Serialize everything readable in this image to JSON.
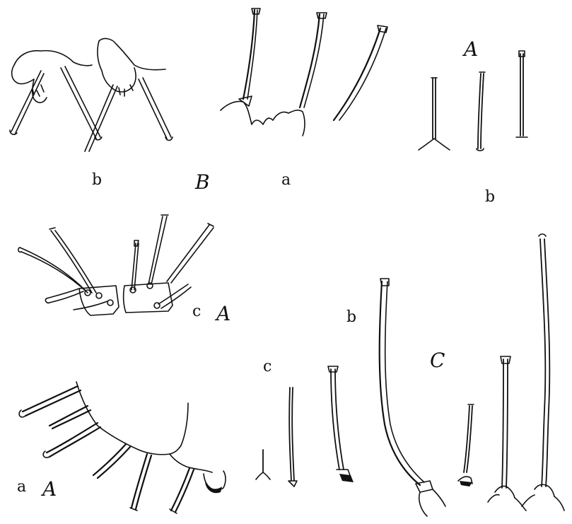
{
  "plate": {
    "labels": {
      "top_left_b": "b",
      "top_B": "B",
      "top_a": "a",
      "top_right_A": "A",
      "top_right_b": "b",
      "mid_c": "c",
      "mid_A": "A",
      "mid_b": "b",
      "bot_c": "c",
      "bot_C": "C",
      "bot_a": "a",
      "bot_A": "A"
    }
  }
}
